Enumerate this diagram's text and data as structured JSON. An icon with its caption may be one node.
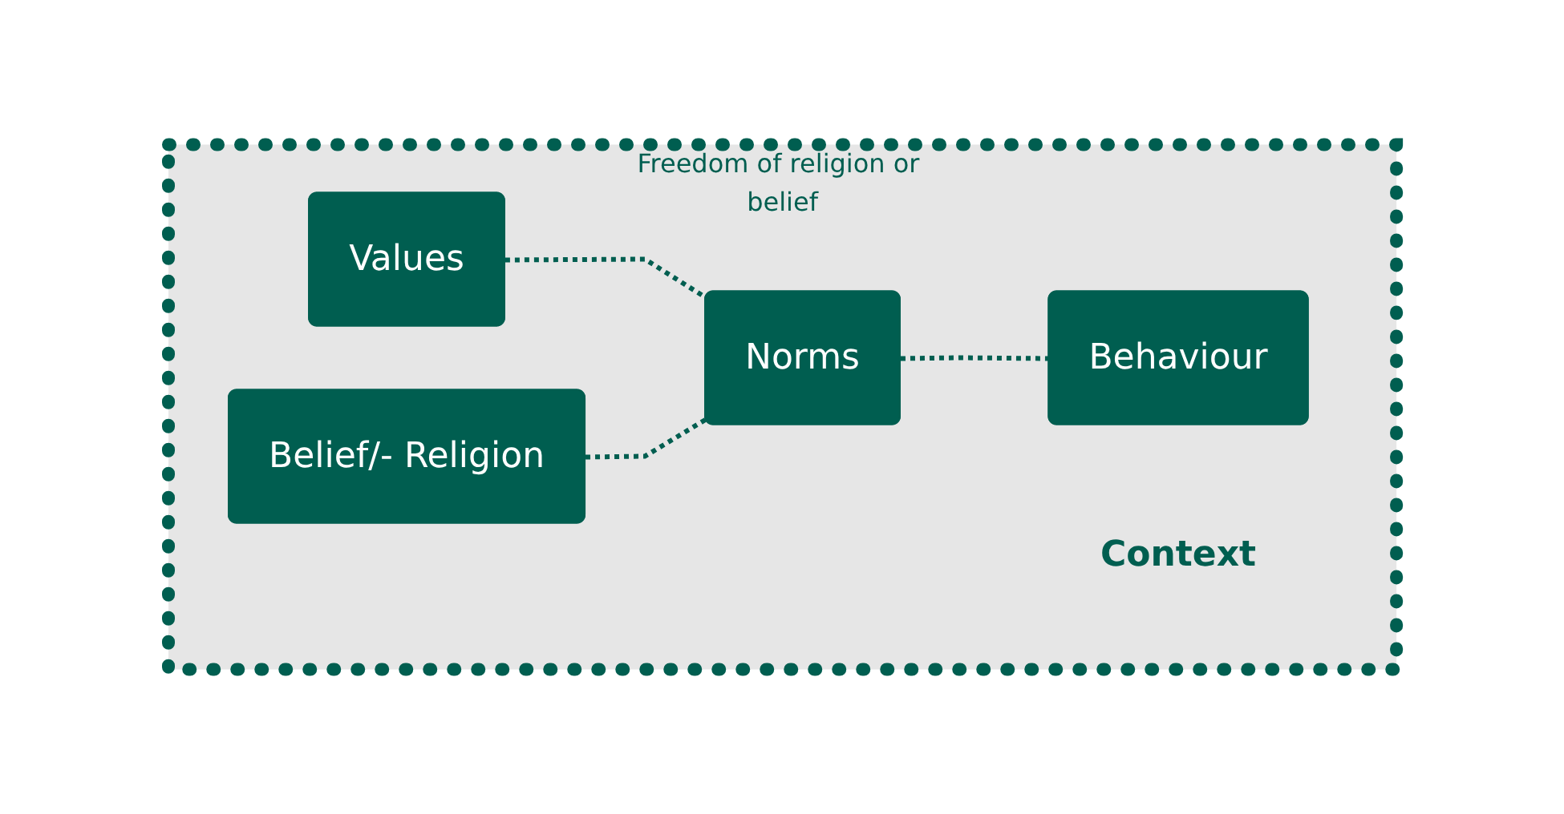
{
  "diagram": {
    "nodes": [
      {
        "text": [
          "Freedom of religion or belief"
        ]
      },
      {
        "text": [
          "Values"
        ],
        "in": 0
      },
      {
        "text": [
          "Belief/- Religion"
        ],
        "in": 0
      },
      {
        "text": [
          "Norms"
        ],
        "in": 0
      },
      {
        "text": [
          "Behaviour"
        ],
        "in": 0
      },
      {
        "text": [
          "Context"
        ],
        "in": 0
      }
    ],
    "edges": [
      {
        "from": 1,
        "to": 3,
        "arrow": "none",
        "style": "dashed"
      },
      {
        "from": 2,
        "to": 3,
        "arrow": "none",
        "style": "dashed"
      },
      {
        "from": 3,
        "to": 4,
        "arrow": "none",
        "style": "dashed"
      }
    ]
  }
}
